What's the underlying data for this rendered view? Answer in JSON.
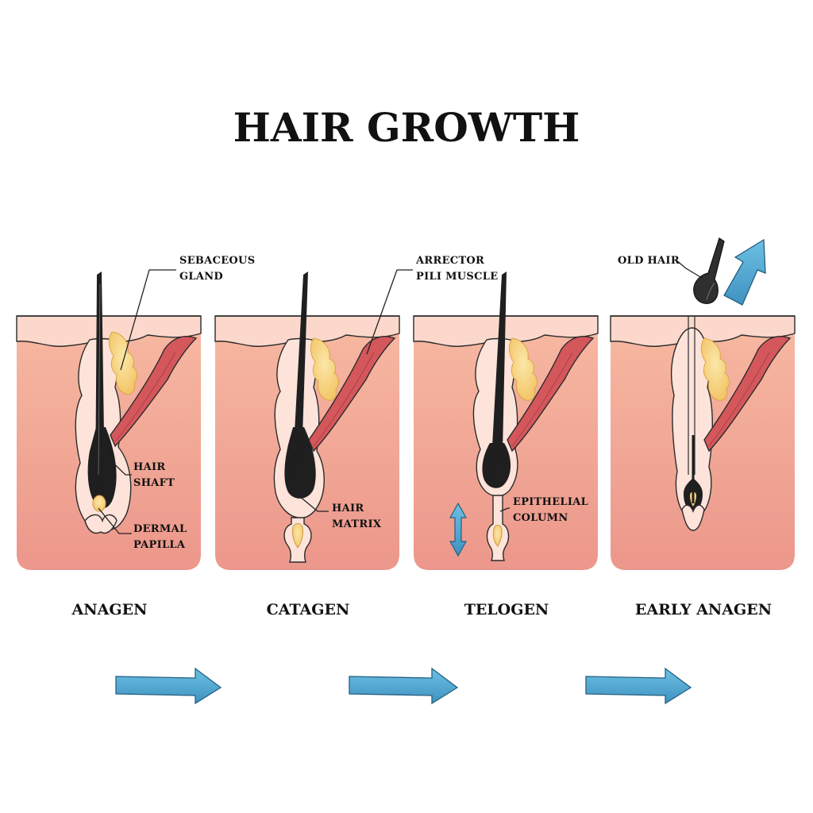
{
  "title": "HAIR GROWTH",
  "labels": {
    "sebaceous_gland": [
      "SEBACEOUS",
      "GLAND"
    ],
    "arrector_pili": [
      "ARRECTOR",
      "PILI MUSCLE"
    ],
    "old_hair": "OLD HAIR",
    "hair_shaft": [
      "HAIR",
      "SHAFT"
    ],
    "dermal_papilla": [
      "DERMAL",
      "PAPILLA"
    ],
    "hair_matrix": [
      "HAIR",
      "MATRIX"
    ],
    "epithelial_column": [
      "EPITHELIAL",
      "COLUMN"
    ]
  },
  "stages": [
    "ANAGEN",
    "CATAGEN",
    "TELOGEN",
    "EARLY ANAGEN"
  ],
  "colors": {
    "skin_top": "#f7b9a2",
    "skin_bottom": "#ee9b8c",
    "epidermis": "#fbd8cb",
    "follicle": "#fde3da",
    "gland": "#f7cf7c",
    "muscle": "#d4575c",
    "hair": "#1f1f1f",
    "arrow": "#4ea6d0"
  }
}
